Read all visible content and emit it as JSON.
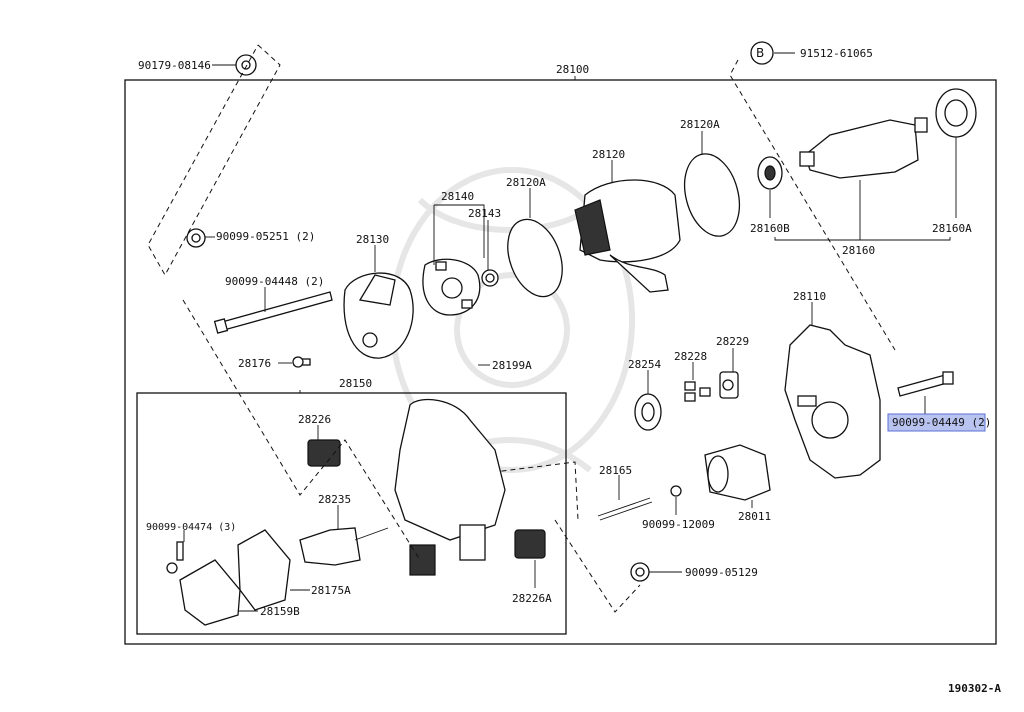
{
  "diagram": {
    "labels": {
      "assembly": "28100",
      "p_90179_08146": "90179-08146",
      "p_91512_61065": "91512-61065",
      "callout_b": "B",
      "p_28120A_top": "28120A",
      "p_28120": "28120",
      "p_28120A_mid": "28120A",
      "p_28140": "28140",
      "p_28143": "28143",
      "p_28130": "28130",
      "p_90099_05251": "90099-05251 (2)",
      "p_90099_04448": "90099-04448 (2)",
      "p_28176": "28176",
      "p_28199A": "28199A",
      "p_28160B": "28160B",
      "p_28160": "28160",
      "p_28160A": "28160A",
      "p_28110": "28110",
      "p_28229": "28229",
      "p_28228": "28228",
      "p_28254": "28254",
      "p_90099_04449": "90099-04449 (2)",
      "p_28150": "28150",
      "p_28226": "28226",
      "p_28235": "28235",
      "p_90099_04474": "90099-04474 (3)",
      "p_28175A": "28175A",
      "p_28159B": "28159B",
      "p_28226A": "28226A",
      "p_28165": "28165",
      "p_90099_12009": "90099-12009",
      "p_28011": "28011",
      "p_90099_05129": "90099-05129",
      "figure_code": "190302-A"
    },
    "highlight_color": "#b9c3f0"
  }
}
